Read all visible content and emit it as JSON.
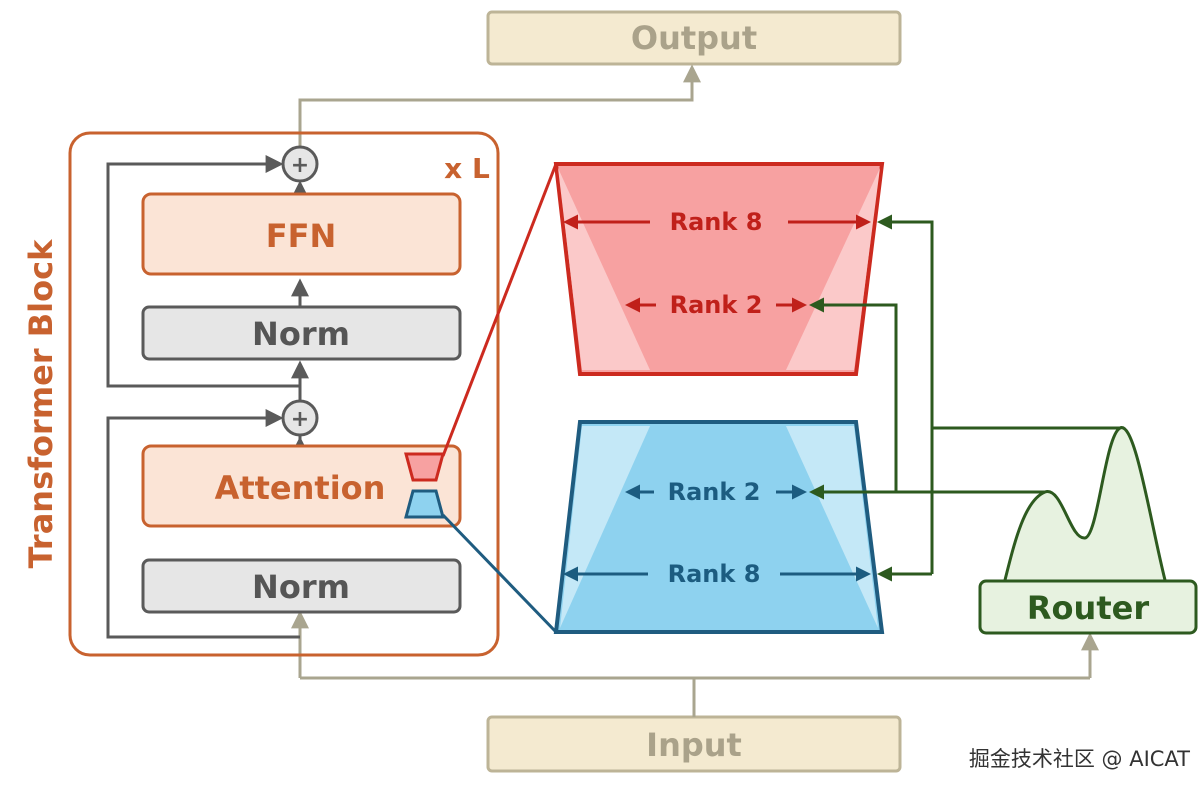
{
  "diagram": {
    "output_label": "Output",
    "input_label": "Input",
    "block_title": "Transformer Block",
    "repeat_label": "x L",
    "ffn_label": "FFN",
    "norm_top_label": "Norm",
    "attention_label": "Attention",
    "norm_bottom_label": "Norm",
    "add_symbol": "+",
    "router_label": "Router",
    "red_adapter": {
      "rank_outer": "Rank 8",
      "rank_inner": "Rank 2"
    },
    "blue_adapter": {
      "rank_inner": "Rank 2",
      "rank_outer": "Rank 8"
    },
    "watermark": "掘金技术社区 @ AICAT"
  },
  "colors": {
    "block_border": "#c8622f",
    "block_fill": "#fbe4d6",
    "norm_border": "#5a5a5a",
    "norm_fill": "#e6e6e6",
    "io_fill": "#f4ead0",
    "io_border": "#bdb497",
    "io_text": "#aaa28a",
    "red_border": "#cc2a1f",
    "red_fill": "#f7a1a1",
    "red_text": "#c0201a",
    "blue_border": "#1f5c80",
    "blue_fill": "#8ed2ef",
    "blue_text": "#1c5c80",
    "router_border": "#2d5a1f",
    "router_fill": "#e7f2e0",
    "router_text": "#2d5a1f",
    "skip_line": "#5a5a5a",
    "io_line": "#a9a58f"
  }
}
